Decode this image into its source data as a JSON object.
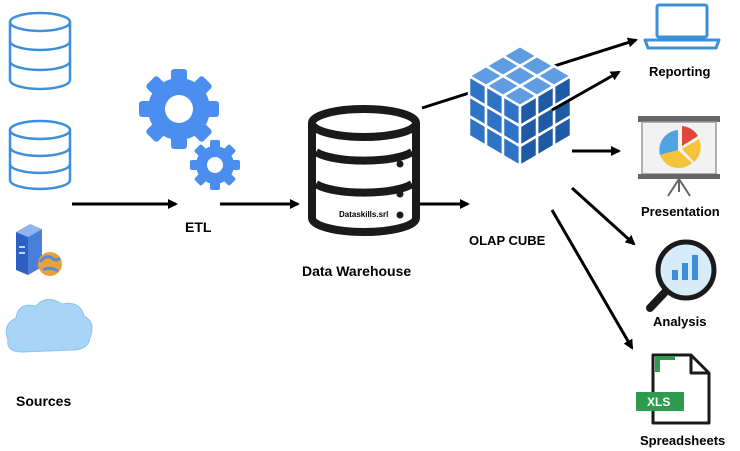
{
  "labels": {
    "sources": "Sources",
    "etl": "ETL",
    "warehouse": "Data Warehouse",
    "warehouse_tag": "Dataskills.srl",
    "cube": "OLAP CUBE",
    "reporting": "Reporting",
    "presentation": "Presentation",
    "analysis": "Analysis",
    "spreadsheets": "Spreadsheets",
    "xls_badge": "XLS"
  },
  "colors": {
    "db_blue": "#3c8fd8",
    "gear_blue": "#4b8ef0",
    "cube_blue": "#2f73c7",
    "cloud_blue": "#a8d4f5",
    "dark": "#1a1a1a",
    "xls_green": "#2e9b4e"
  },
  "icons": {
    "source_db_1": "database-icon",
    "source_db_2": "database-icon",
    "source_server": "server-globe-icon",
    "source_cloud": "cloud-icon",
    "etl": "gears-icon",
    "warehouse": "database-server-icon",
    "cube": "olap-cube-icon",
    "reporting": "laptop-icon",
    "presentation": "presentation-board-icon",
    "analysis": "magnifier-chart-icon",
    "spreadsheets": "xls-file-icon"
  }
}
